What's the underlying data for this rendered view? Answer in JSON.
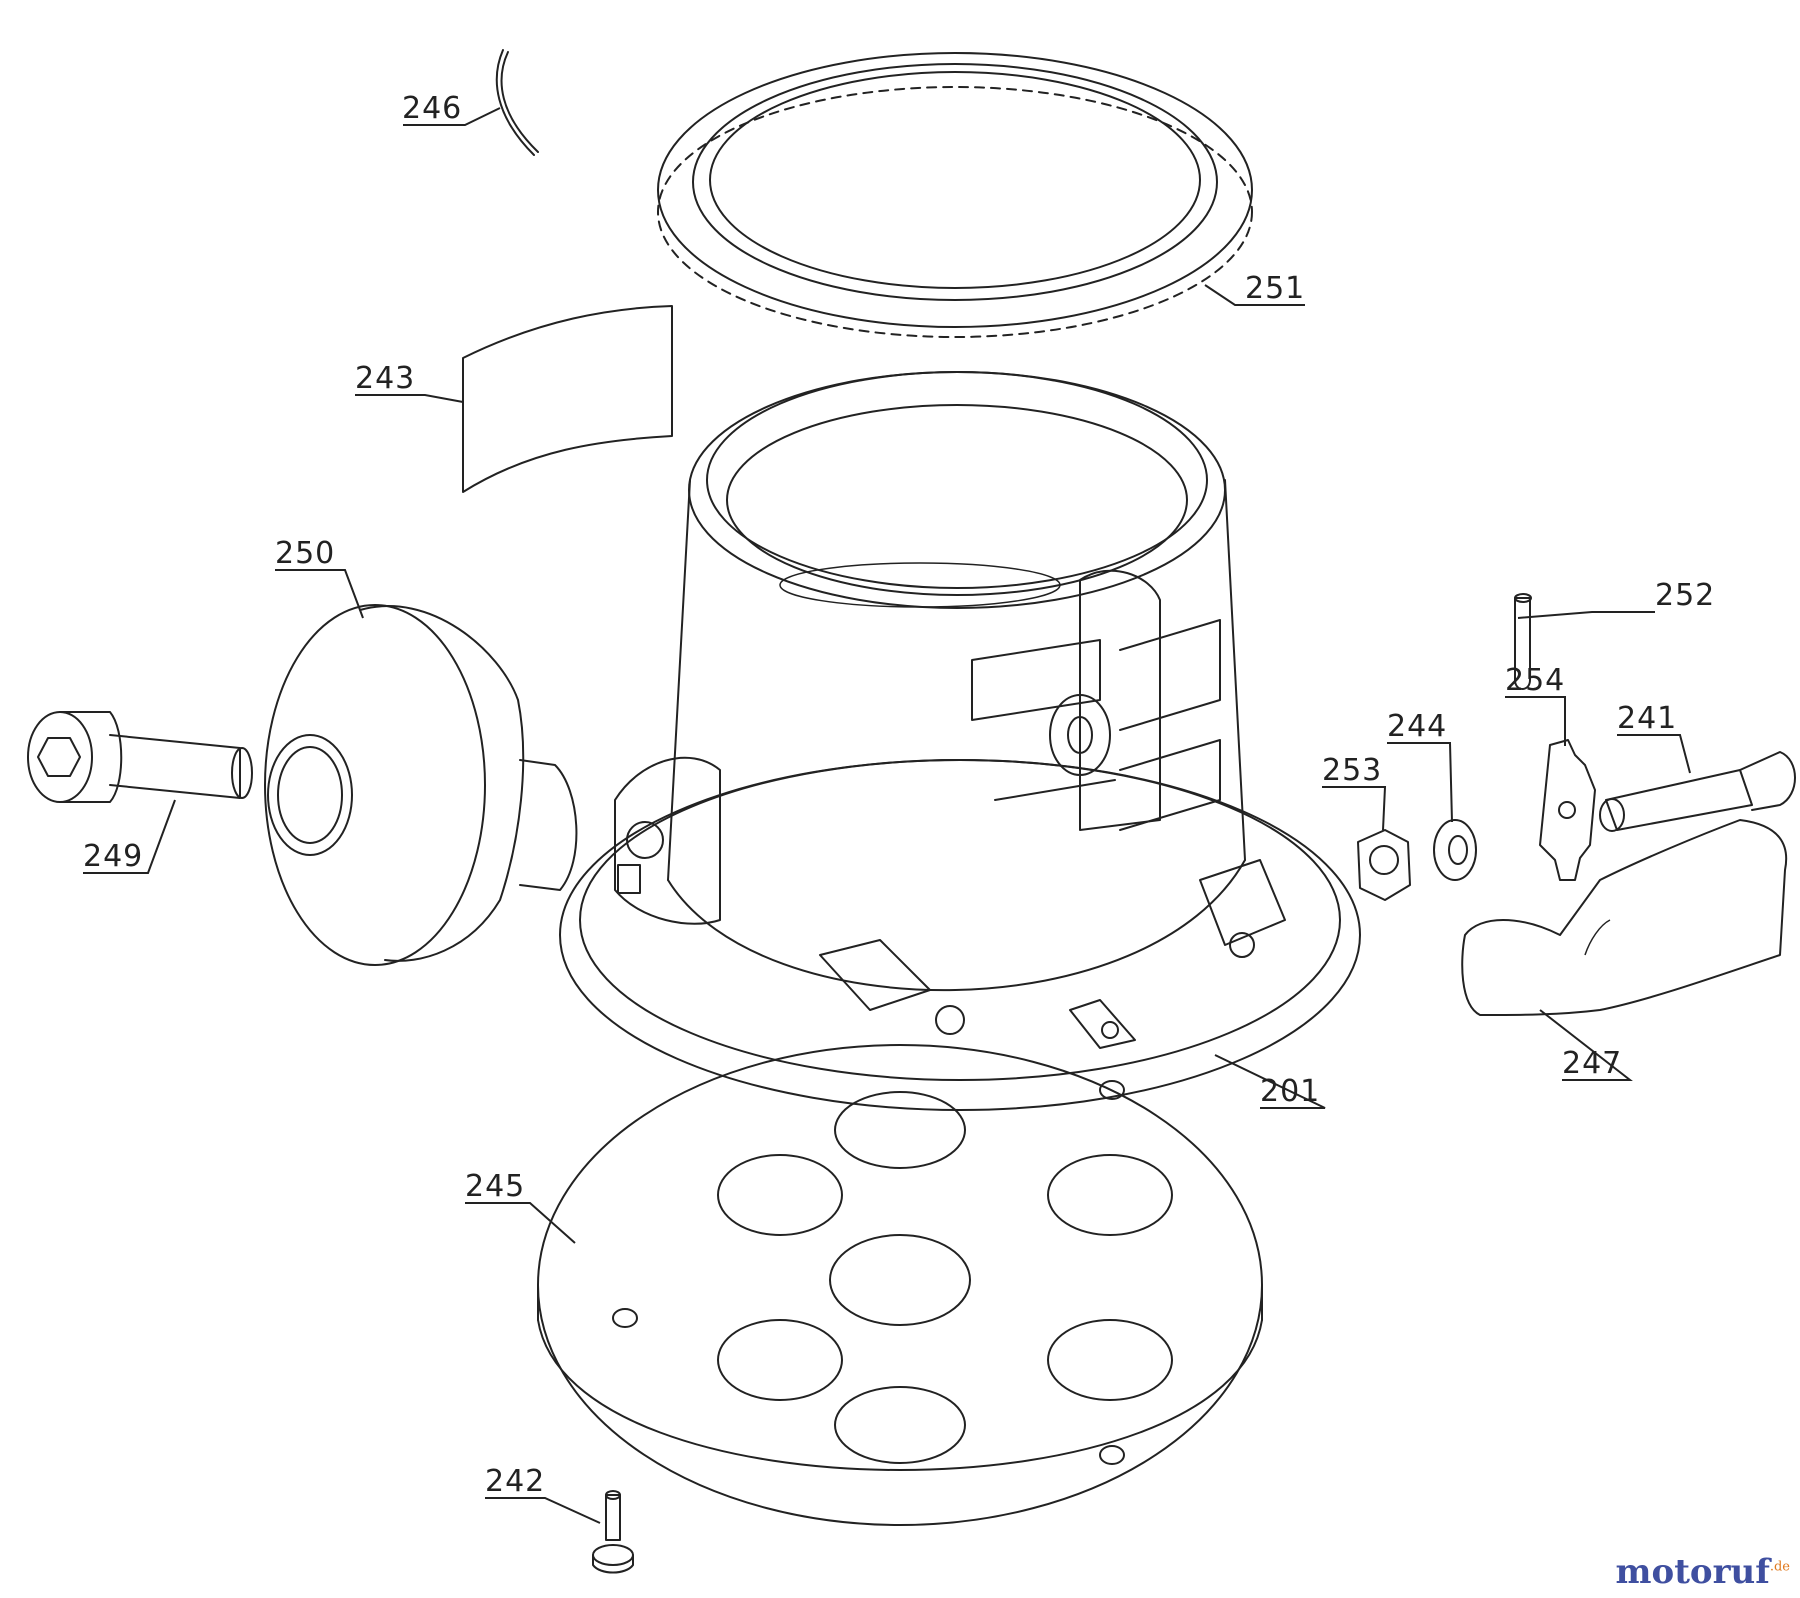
{
  "labels": {
    "p201": "201",
    "p241": "241",
    "p242": "242",
    "p243": "243",
    "p244": "244",
    "p245": "245",
    "p246": "246",
    "p247": "247",
    "p249": "249",
    "p250": "250",
    "p251": "251",
    "p252": "252",
    "p253": "253",
    "p254": "254"
  },
  "watermark": {
    "text": "motoruf",
    "suffix": ".de",
    "colors": {
      "primary": "#3f4fa0",
      "accent": "#e07a1f"
    }
  }
}
